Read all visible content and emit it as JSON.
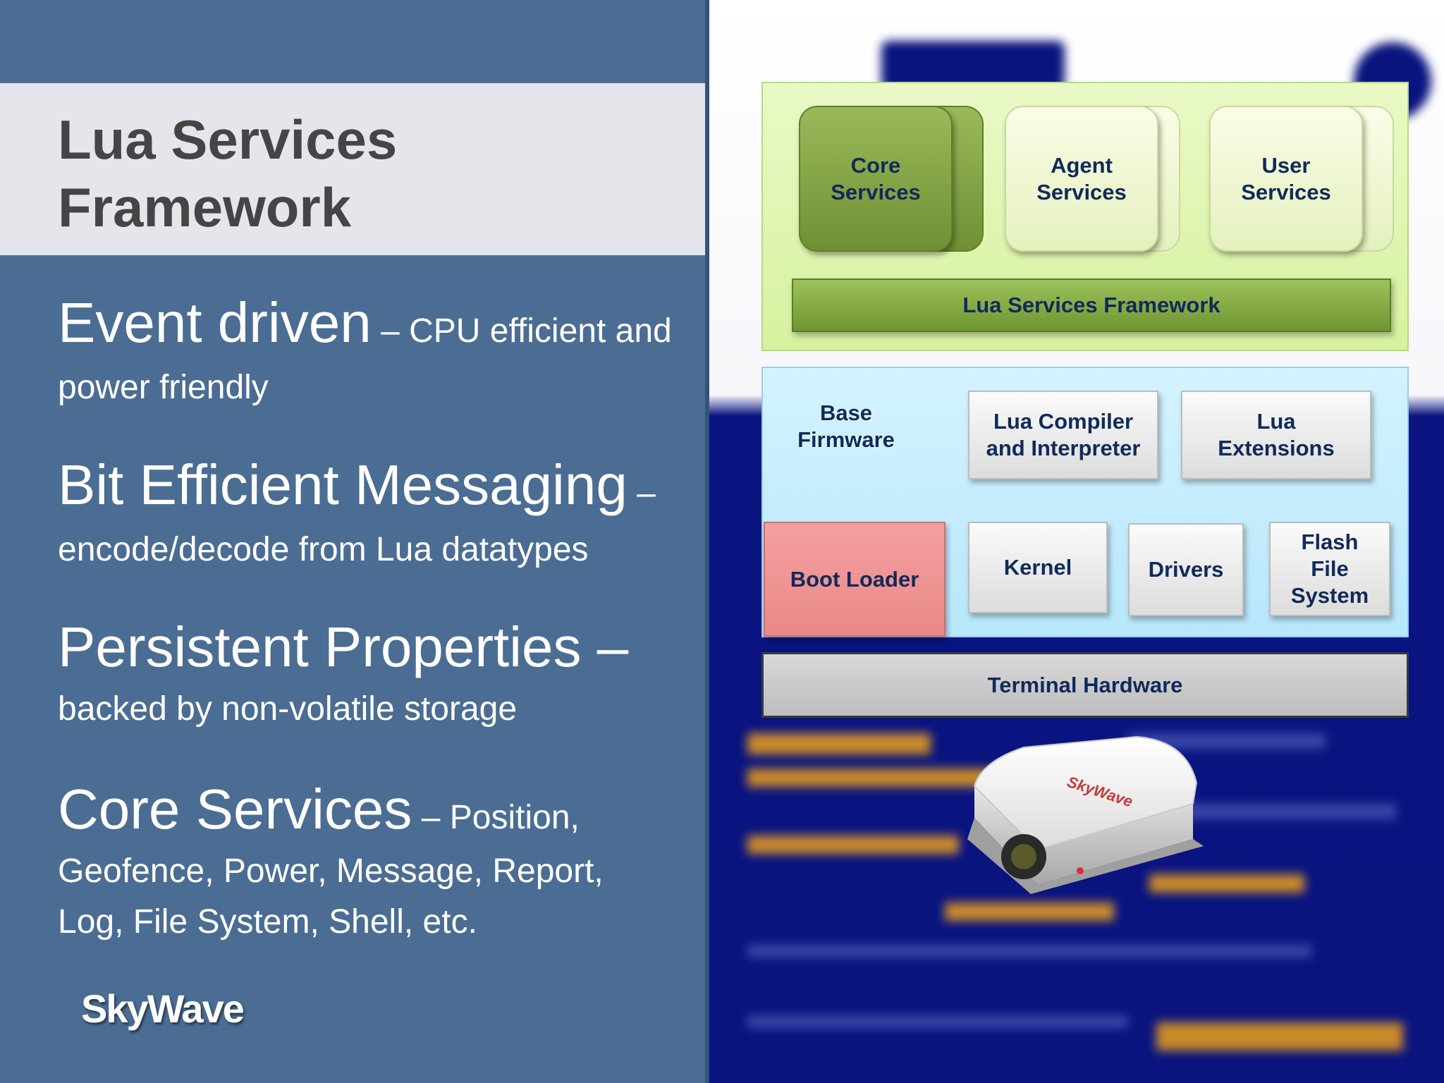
{
  "slide": {
    "title": "Lua Services Framework",
    "bullets": [
      {
        "head": "Event driven",
        "sep": " – ",
        "tail": "CPU efficient and power friendly"
      },
      {
        "head": "Bit Efficient Messaging",
        "sep": " – ",
        "tail": "encode/decode from Lua datatypes"
      },
      {
        "head": "Persistent Properties",
        "sep": " – ",
        "tail": "backed by non-volatile storage"
      },
      {
        "head": "Core Services",
        "sep": " – ",
        "tail": "Position, Geofence, Power, Message, Report, Log, File System, Shell, etc."
      }
    ],
    "logo": "SkyWave"
  },
  "diagram": {
    "core_services": "Core Services",
    "agent_services": "Agent Services",
    "user_services": "User Services",
    "lua_services_framework": "Lua Services Framework",
    "base_firmware": "Base Firmware",
    "lua_compiler": "Lua Compiler and Interpreter",
    "lua_extensions": "Lua Extensions",
    "boot_loader": "Boot Loader",
    "kernel": "Kernel",
    "drivers": "Drivers",
    "flash_file_system": "Flash File System",
    "terminal_hardware": "Terminal Hardware"
  },
  "device": {
    "brand": "SkyWave"
  },
  "colors": {
    "slide_bg": "#4b6d93",
    "title_band": "#e4e6ec",
    "core_green": "#7ea13f",
    "boot_red": "#f09696",
    "poster_blue": "#0a147f"
  }
}
